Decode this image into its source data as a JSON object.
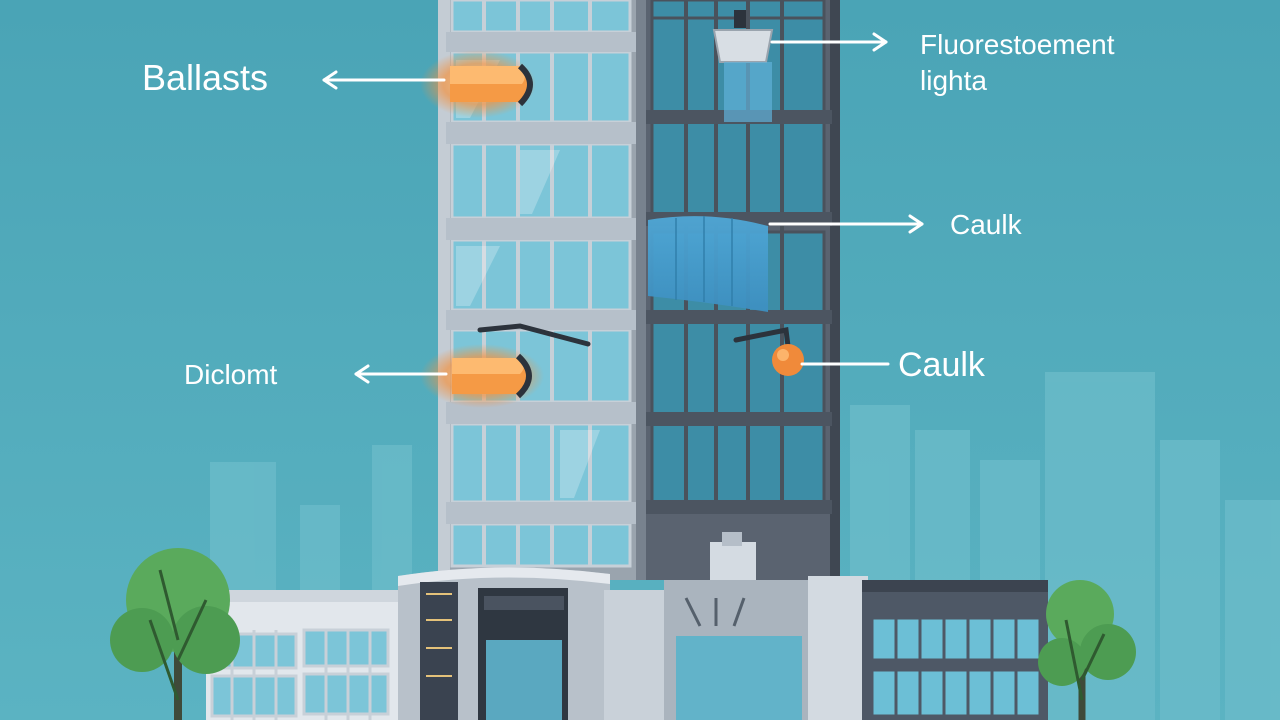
{
  "labels": {
    "ballasts": "Ballasts",
    "fluorescent_line1": "Fluorestoement",
    "fluorescent_line2": "lighta",
    "caulk_upper": "Caulk",
    "diclomt": "Diclomt",
    "caulk_lower": "Caulk"
  },
  "icons": {
    "arrow": "arrow-icon",
    "tree": "tree-icon",
    "building": "building-icon"
  },
  "colors": {
    "sky": "#4aa8b8",
    "sky_light": "#62b8c6",
    "city_silhouette": "#6ec1cf",
    "tower_face": "#8a94a0",
    "tower_side": "#5d6673",
    "window": "#6fbfd3",
    "window_dark": "#3f8ea5",
    "highlight_orange": "#f08a3a",
    "highlight_glow": "#ffb870",
    "label_text": "#ffffff",
    "tree_green": "#5aa85a",
    "tree_dark": "#3e8a44"
  }
}
